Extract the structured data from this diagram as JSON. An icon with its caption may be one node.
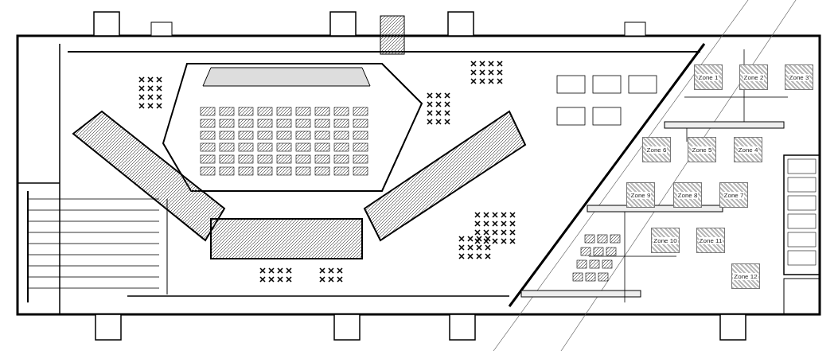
{
  "diagram": {
    "nodes": [
      {
        "text": [
          "Zone 1"
        ]
      },
      {
        "text": [
          "Zone 2"
        ]
      },
      {
        "text": [
          "Zone 3"
        ]
      },
      {
        "text": [
          "Zone 6"
        ]
      },
      {
        "text": [
          "Zone 5"
        ]
      },
      {
        "text": [
          "Zone 4"
        ]
      },
      {
        "text": [
          "Zone 9"
        ]
      },
      {
        "text": [
          "Zone 8"
        ]
      },
      {
        "text": [
          "Zone 7"
        ]
      },
      {
        "text": [
          "Zone 10"
        ]
      },
      {
        "text": [
          "Zone 11"
        ]
      },
      {
        "text": [
          "Zone 12"
        ]
      }
    ]
  }
}
